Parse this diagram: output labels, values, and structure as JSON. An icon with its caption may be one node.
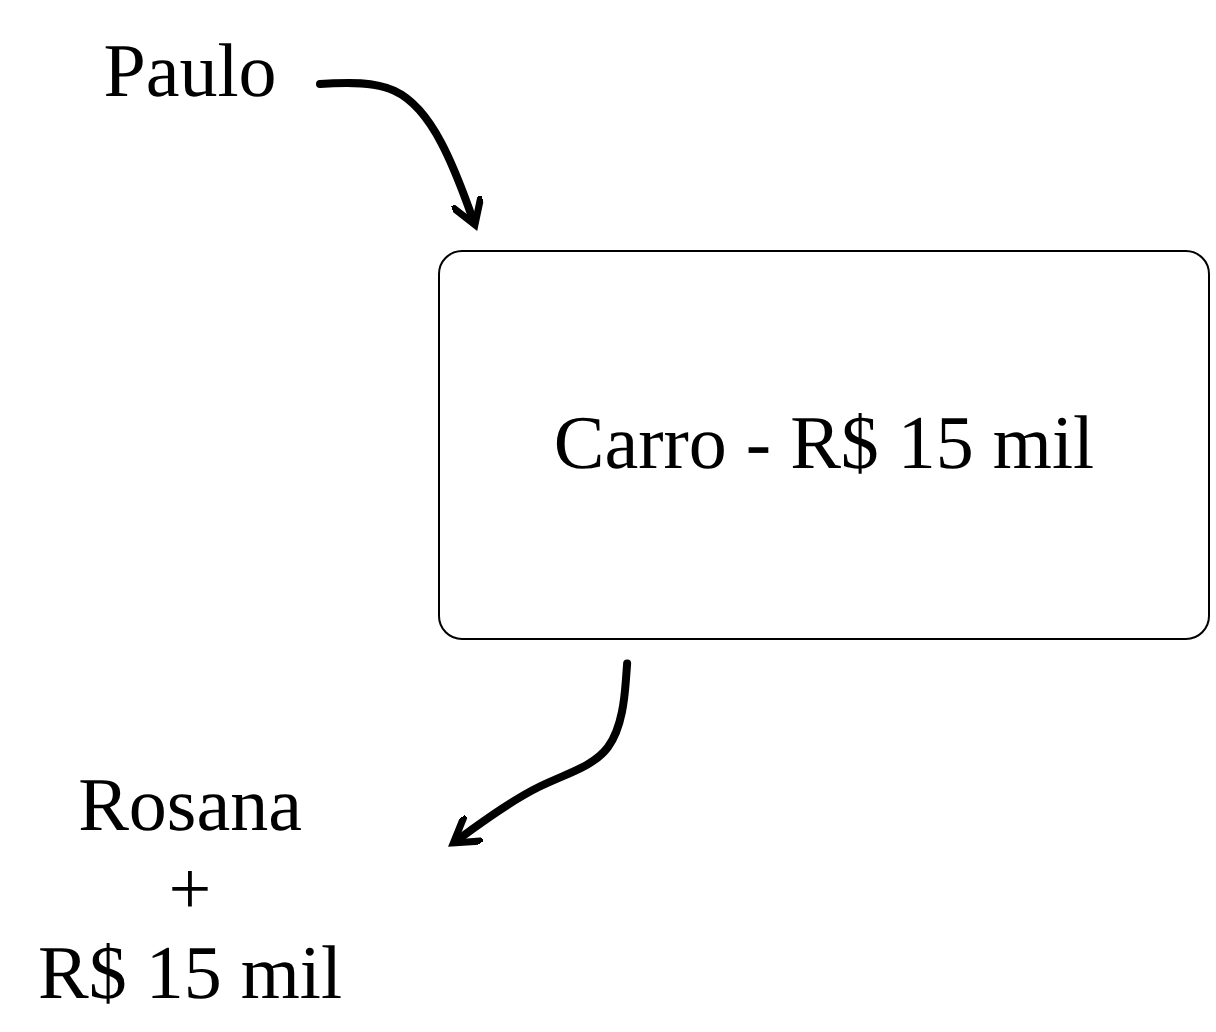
{
  "diagram": {
    "nodes": [
      {
        "text": [
          "Paulo"
        ]
      },
      {
        "text": [
          "Carro - R$ 15 mil"
        ]
      },
      {
        "text": [
          "Rosana",
          "+",
          "R$ 15 mil"
        ]
      }
    ],
    "edges": [
      {
        "from": 0,
        "to": 1,
        "arrow": "to"
      },
      {
        "from": 1,
        "to": 2,
        "arrow": "to"
      }
    ]
  }
}
